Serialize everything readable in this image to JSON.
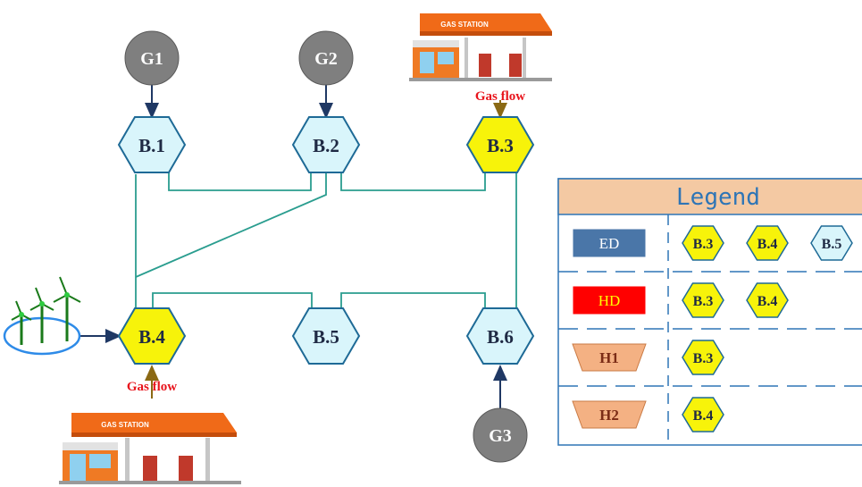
{
  "colors": {
    "hex_light": "#d9f5fb",
    "hex_yellow": "#f7f30a",
    "hex_stroke": "#1e6a96",
    "pipe": "#2a9d8f",
    "gen": "#7f7f7f",
    "arrow": "#1f3864",
    "flow_arrow": "#8b6914",
    "legend_head": "#f4c9a3",
    "legend_border": "#2e75b6",
    "ed_box": "#4a76a8",
    "hd_box": "#ff0000",
    "heater_box": "#f4b183"
  },
  "generators": [
    {
      "id": "g1",
      "label": "G1"
    },
    {
      "id": "g2",
      "label": "G2"
    },
    {
      "id": "g3",
      "label": "G3"
    }
  ],
  "buses": [
    {
      "id": "b1",
      "label": "B.1",
      "type": "light"
    },
    {
      "id": "b2",
      "label": "B.2",
      "type": "light"
    },
    {
      "id": "b3",
      "label": "B.3",
      "type": "yellow"
    },
    {
      "id": "b4",
      "label": "B.4",
      "type": "yellow"
    },
    {
      "id": "b5",
      "label": "B.5",
      "type": "light"
    },
    {
      "id": "b6",
      "label": "B.6",
      "type": "light"
    }
  ],
  "gas_flow_labels": [
    "Gas flow",
    "Gas flow"
  ],
  "station_signs": [
    "GAS STATION",
    "GAS STATION"
  ],
  "legend": {
    "title": "Legend",
    "rows": [
      {
        "key": "ED",
        "key_color": "#4a76a8",
        "key_text_color": "#ffffff",
        "shape": "box",
        "buses": [
          {
            "label": "B.3",
            "type": "yellow"
          },
          {
            "label": "B.4",
            "type": "yellow"
          },
          {
            "label": "B.5",
            "type": "light"
          }
        ]
      },
      {
        "key": "HD",
        "key_color": "#ff0000",
        "key_text_color": "#ffff00",
        "shape": "box",
        "buses": [
          {
            "label": "B.3",
            "type": "yellow"
          },
          {
            "label": "B.4",
            "type": "yellow"
          }
        ]
      },
      {
        "key": "H1",
        "key_color": "#f4b183",
        "key_text_color": "#7b2c16",
        "shape": "trap",
        "buses": [
          {
            "label": "B.3",
            "type": "yellow"
          }
        ]
      },
      {
        "key": "H2",
        "key_color": "#f4b183",
        "key_text_color": "#7b2c16",
        "shape": "trap",
        "buses": [
          {
            "label": "B.4",
            "type": "yellow"
          }
        ]
      }
    ]
  }
}
